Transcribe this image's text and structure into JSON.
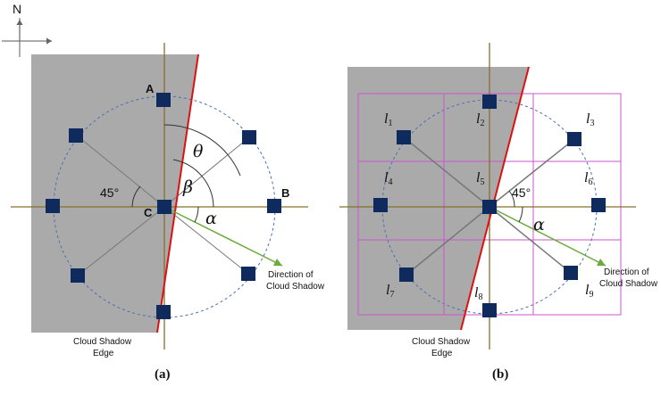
{
  "compass": {
    "north_label": "N"
  },
  "panel_a": {
    "label_A": "A",
    "label_B": "B",
    "label_C": "C",
    "angle_45": "45°",
    "theta": "θ",
    "beta": "β",
    "alpha": "α",
    "direction_line1": "Direction of",
    "direction_line2": "Cloud Shadow",
    "edge_line1": "Cloud Shadow",
    "edge_line2": "Edge",
    "caption": "(a)"
  },
  "panel_b": {
    "l_letter": "l",
    "subscripts": [
      "1",
      "2",
      "3",
      "4",
      "5",
      "6",
      "7",
      "8",
      "9"
    ],
    "angle_45": "45°",
    "alpha": "α",
    "direction_line1": "Direction of",
    "direction_line2": "Cloud Shadow",
    "edge_line1": "Cloud Shadow",
    "edge_line2": "Edge",
    "caption": "(b)"
  },
  "colors": {
    "shadow_fill": "#aaaaaa",
    "axis": "#8a6d2a",
    "edge": "#e01010",
    "square": "#0f2a5c",
    "circle": "#4a6fb0",
    "arrow": "#6aab3a",
    "grid": "#cc55cc"
  }
}
